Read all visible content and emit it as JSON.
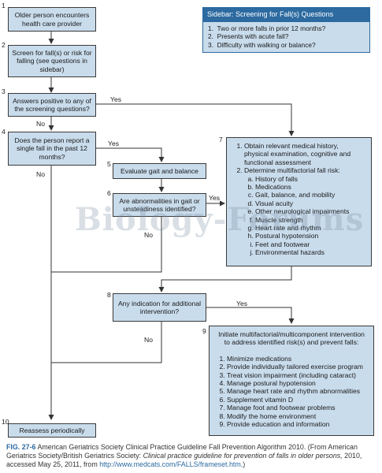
{
  "steps": {
    "s1": {
      "num": "1",
      "text": "Older person encounters health care provider"
    },
    "s2": {
      "num": "2",
      "text": "Screen for fall(s) or risk for falling (see questions in sidebar)"
    },
    "s3": {
      "num": "3",
      "text": "Answers positive to any of the screening questions?"
    },
    "s4": {
      "num": "4",
      "text": "Does the person report a single fall in the past 12 months?"
    },
    "s5": {
      "num": "5",
      "text": "Evaluate gait and balance"
    },
    "s6": {
      "num": "6",
      "text": "Are abnormalities in gait or unsteadiness identified?"
    },
    "s7": {
      "num": "7",
      "items": [
        {
          "text": "Obtain relevant medical history, physical examination, cognitive and functional assessment"
        },
        {
          "text": "Determine multifactorial fall risk:",
          "sub": [
            "History of falls",
            "Medications",
            "Gait, balance, and mobility",
            "Visual acuity",
            "Other neurological impairments",
            "Muscle strength",
            "Heart rate and rhythm",
            "Postural hypotension",
            "Feet and footwear",
            "Environmental hazards"
          ]
        }
      ]
    },
    "s8": {
      "num": "8",
      "text": "Any indication for additional intervention?"
    },
    "s9": {
      "num": "9",
      "intro": "Initiate multifactorial/multicomponent intervention to address identified risk(s) and prevent falls:",
      "items": [
        "Minimize medications",
        "Provide individually tailored exercise program",
        "Treat vision impairment (including cataract)",
        "Manage postural hypotension",
        "Manage heart rate and rhythm abnormalities",
        "Supplement vitamin D",
        "Manage foot and footwear problems",
        "Modify the home environment",
        "Provide education and information"
      ]
    },
    "s10": {
      "num": "10",
      "text": "Reassess periodically"
    }
  },
  "labels": {
    "yes": "Yes",
    "no": "No"
  },
  "sidebar": {
    "title": "Sidebar: Screening for Fall(s) Questions",
    "questions": [
      "Two or more falls in prior 12 months?",
      "Presents with acute fall?",
      "Difficulty with walking or balance?"
    ]
  },
  "watermark": "Biology-Forums",
  "caption": {
    "fig": "FIG. 27-6",
    "text1": "American Geriatrics Society Clinical Practice Guideline Fall Prevention Algorithm 2010. (From American Geriatrics Society/British Geriatrics Society:",
    "italic": "Clinical practice guideline for prevention of falls in older persons,",
    "text2": "2010, accessed May 25, 2011, from",
    "url": "http://www.medcats.com/FALLS/frameset.htm",
    "end": ".)"
  },
  "colors": {
    "box": "#c9dcec",
    "accent": "#2c6aa0"
  }
}
